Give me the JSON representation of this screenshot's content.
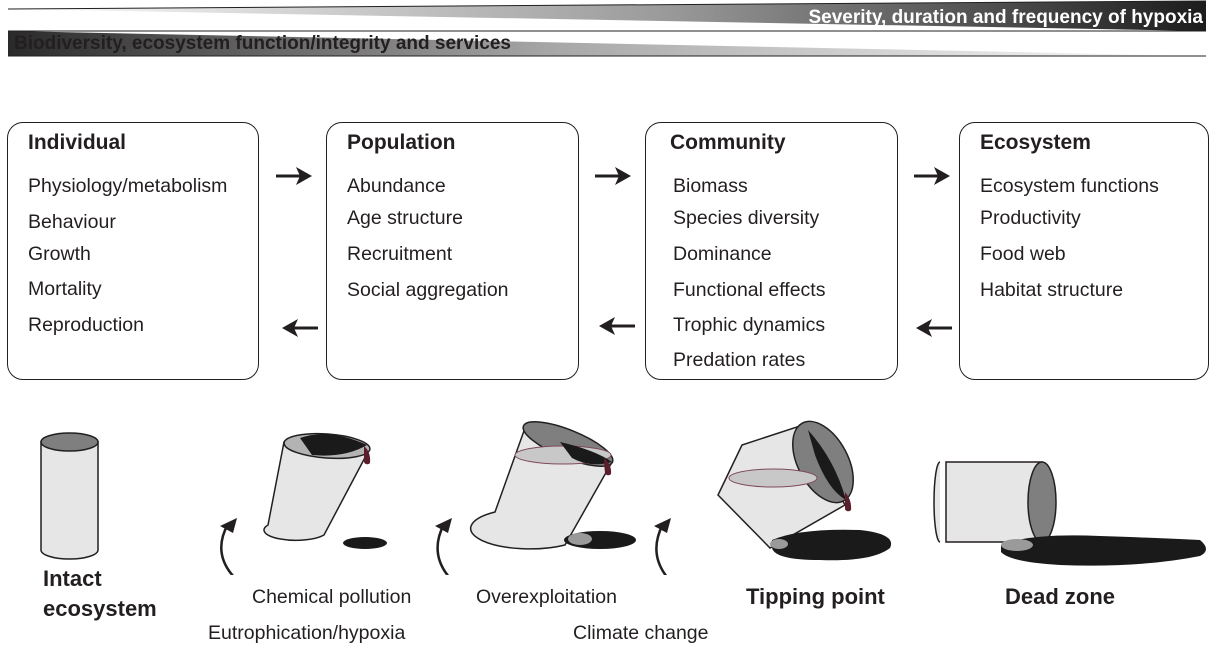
{
  "header": {
    "severity_label": "Severity, duration and frequency of hypoxia",
    "biodiversity_label": "Biodiversity, ecosystem function/integrity and services"
  },
  "levels": [
    {
      "title": "Individual",
      "items": [
        "Physiology/metabolism",
        "Behaviour",
        "Growth",
        "Mortality",
        "Reproduction"
      ]
    },
    {
      "title": "Population",
      "items": [
        "Abundance",
        "Age structure",
        "Recruitment",
        "Social aggregation"
      ]
    },
    {
      "title": "Community",
      "items": [
        "Biomass",
        "Species diversity",
        "Dominance",
        "Functional effects",
        "Trophic dynamics",
        "Predation rates"
      ]
    },
    {
      "title": "Ecosystem",
      "items": [
        "Ecosystem functions",
        "Productivity",
        "Food web",
        "Habitat structure"
      ]
    }
  ],
  "stages": {
    "intact_line1": "Intact",
    "intact_line2": "ecosystem",
    "tipping": "Tipping point",
    "dead": "Dead zone"
  },
  "drivers": {
    "chemical": "Chemical pollution",
    "eutrophication": "Eutrophication/hypoxia",
    "overexploitation": "Overexploitation",
    "climate": "Climate change"
  },
  "colors": {
    "ink": "#231f20",
    "can_body": "#e6e6e6",
    "can_top": "#7f7f7f",
    "spill": "#1a1a1a",
    "drip": "#5a1e2c"
  }
}
